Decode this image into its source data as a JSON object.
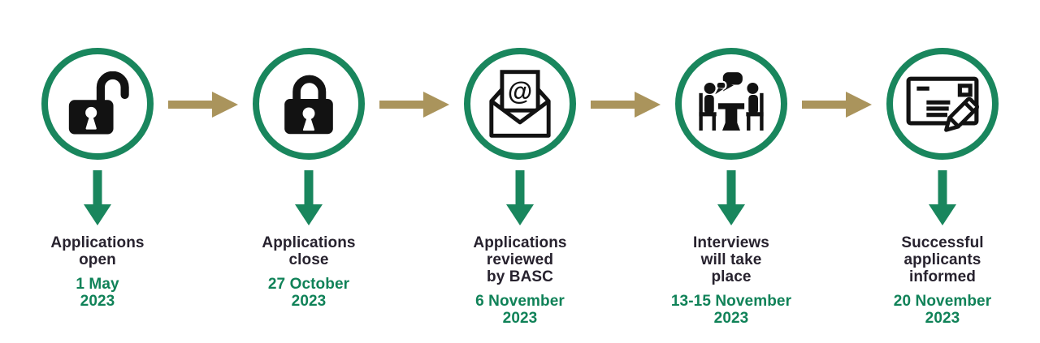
{
  "colors": {
    "green": "#19865D",
    "date_green": "#108258",
    "gold": "#AA945C",
    "dark": "#27222E"
  },
  "icons": {
    "at_symbol": "@"
  },
  "steps": [
    {
      "icon": "unlock-icon",
      "title": "Applications\nopen",
      "date": "1 May\n2023"
    },
    {
      "icon": "lock-icon",
      "title": "Applications\nclose",
      "date": "27 October\n2023"
    },
    {
      "icon": "email-at-icon",
      "title": "Applications\nreviewed\nby BASC",
      "date": "6 November\n2023"
    },
    {
      "icon": "interview-icon",
      "title": "Interviews\nwill take\nplace",
      "date": "13-15 November\n2023"
    },
    {
      "icon": "letter-pencil-icon",
      "title": "Successful\napplicants\ninformed",
      "date": "20 November\n2023"
    }
  ]
}
